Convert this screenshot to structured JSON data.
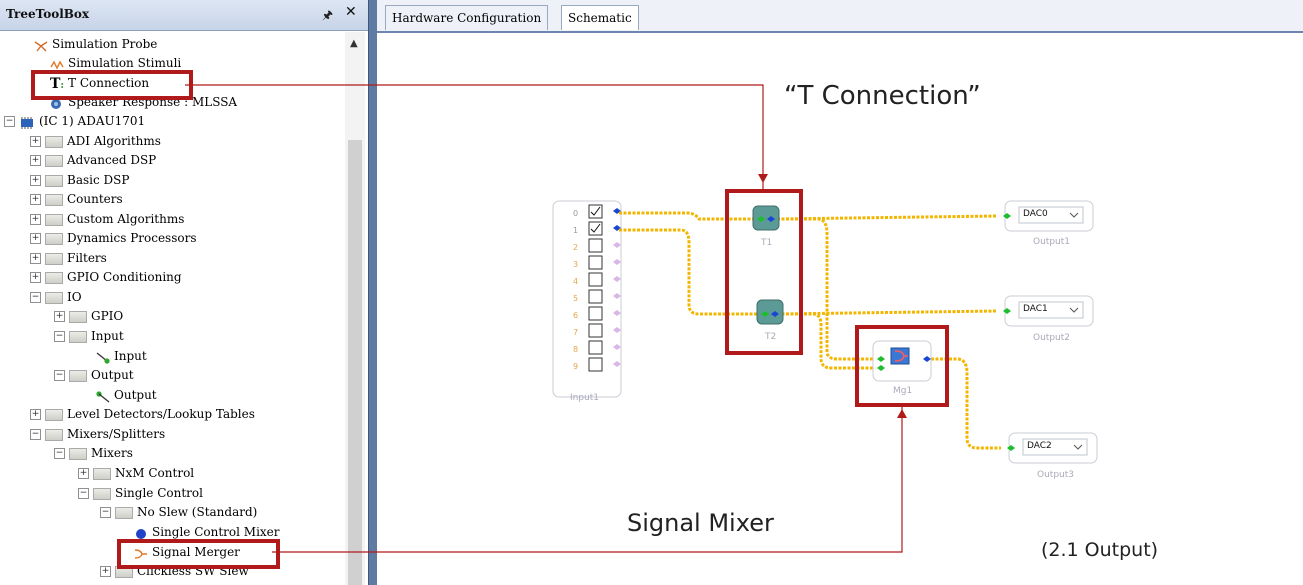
{
  "tree": {
    "title": "TreeToolBox",
    "pin_icon": "pin-icon",
    "close_icon": "close-icon",
    "items": [
      {
        "label": "Simulation Probe",
        "icon": "probe-icon"
      },
      {
        "label": "Simulation Stimuli",
        "icon": "stimuli-icon"
      },
      {
        "label": "T Connection",
        "icon": "t-connection-icon"
      },
      {
        "label": "Speaker Response : MLSSA",
        "icon": "speaker-icon"
      },
      {
        "label": "(IC 1) ADAU1701",
        "icon": "chip-icon"
      },
      {
        "label": "ADI Algorithms"
      },
      {
        "label": "Advanced DSP"
      },
      {
        "label": "Basic DSP"
      },
      {
        "label": "Counters"
      },
      {
        "label": "Custom Algorithms"
      },
      {
        "label": "Dynamics Processors"
      },
      {
        "label": "Filters"
      },
      {
        "label": "GPIO Conditioning"
      },
      {
        "label": "IO"
      },
      {
        "label": "GPIO"
      },
      {
        "label": "Input"
      },
      {
        "label": "Input",
        "icon": "input-icon"
      },
      {
        "label": "Output"
      },
      {
        "label": "Output",
        "icon": "output-icon"
      },
      {
        "label": "Level Detectors/Lookup Tables"
      },
      {
        "label": "Mixers/Splitters"
      },
      {
        "label": "Mixers"
      },
      {
        "label": "NxM Control"
      },
      {
        "label": "Single Control"
      },
      {
        "label": "No Slew (Standard)"
      },
      {
        "label": "Single Control Mixer",
        "icon": "mixer-icon"
      },
      {
        "label": "Signal Merger",
        "icon": "merger-icon"
      },
      {
        "label": "Clickless SW Slew"
      }
    ]
  },
  "tabs": [
    {
      "label": "Hardware Configuration"
    },
    {
      "label": "Schematic"
    }
  ],
  "schematic": {
    "input_block": {
      "label": "Input1",
      "pins": [
        "0",
        "1",
        "2",
        "3",
        "4",
        "5",
        "6",
        "7",
        "8",
        "9"
      ],
      "checked": [
        true,
        true,
        false,
        false,
        false,
        false,
        false,
        false,
        false,
        false
      ]
    },
    "t_blocks": [
      {
        "label": "T1"
      },
      {
        "label": "T2"
      }
    ],
    "merger": {
      "label": "Mg1"
    },
    "outputs": [
      {
        "value": "DAC0",
        "label": "Output1"
      },
      {
        "value": "DAC1",
        "label": "Output2"
      },
      {
        "value": "DAC2",
        "label": "Output3"
      }
    ],
    "wire_color": "#f2b600",
    "highlight_color": "#b01a1a"
  },
  "callouts": {
    "t_connection": "“T Connection”",
    "signal_mixer": "Signal Mixer",
    "output_note": "(2.1 Output)"
  }
}
